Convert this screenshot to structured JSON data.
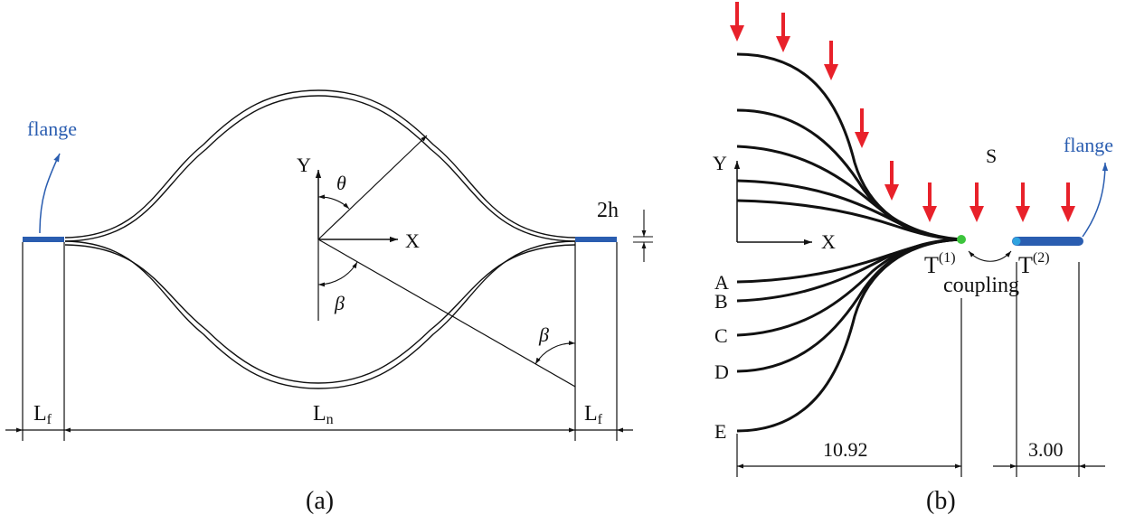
{
  "colors": {
    "line": "#111111",
    "flange": "#2a5db0",
    "arrow": "#e8212a",
    "node": "#3cc43c",
    "node2": "#2fa3e0"
  },
  "panel_a": {
    "caption": "(a)",
    "flange_label": "flange",
    "y_axis": "Y",
    "x_axis": "X",
    "theta": "θ",
    "beta_center": "β",
    "beta_right": "β",
    "thickness": "2h",
    "lf_left": "L",
    "lf_left_sub": "f",
    "ln": "L",
    "ln_sub": "n",
    "lf_right": "L",
    "lf_right_sub": "f"
  },
  "panel_b": {
    "caption": "(b)",
    "y_axis": "Y",
    "x_axis": "X",
    "s_label": "S",
    "flange_label": "flange",
    "t1": "T",
    "t1_sup": "(1)",
    "t2": "T",
    "t2_sup": "(2)",
    "coupling": "coupling",
    "curve_labels": [
      "A",
      "B",
      "C",
      "D",
      "E"
    ],
    "dim_left": "10.92",
    "dim_right": "3.00"
  }
}
